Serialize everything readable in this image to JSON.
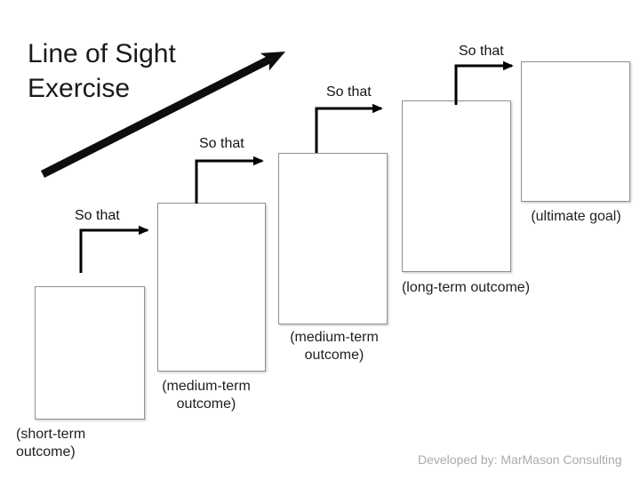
{
  "slide": {
    "title": "Line of Sight Exercise",
    "footer": "Developed by: MarMason Consulting"
  },
  "diagram": {
    "boxes": [
      {
        "label": "(short-term outcome)"
      },
      {
        "label": "(medium-term outcome)"
      },
      {
        "label": "(medium-term outcome)"
      },
      {
        "label": "(long-term outcome)"
      },
      {
        "label": "(ultimate goal)"
      }
    ],
    "connectors": [
      {
        "label": "So that"
      },
      {
        "label": "So that"
      },
      {
        "label": "So that"
      },
      {
        "label": "So that"
      }
    ],
    "big_arrow": "ascending line-of-sight arrow",
    "colors": {
      "box_border": "#8f8f8f",
      "connector": "#000000",
      "text": "#1a1a1a",
      "footer_text": "#ababab"
    }
  }
}
